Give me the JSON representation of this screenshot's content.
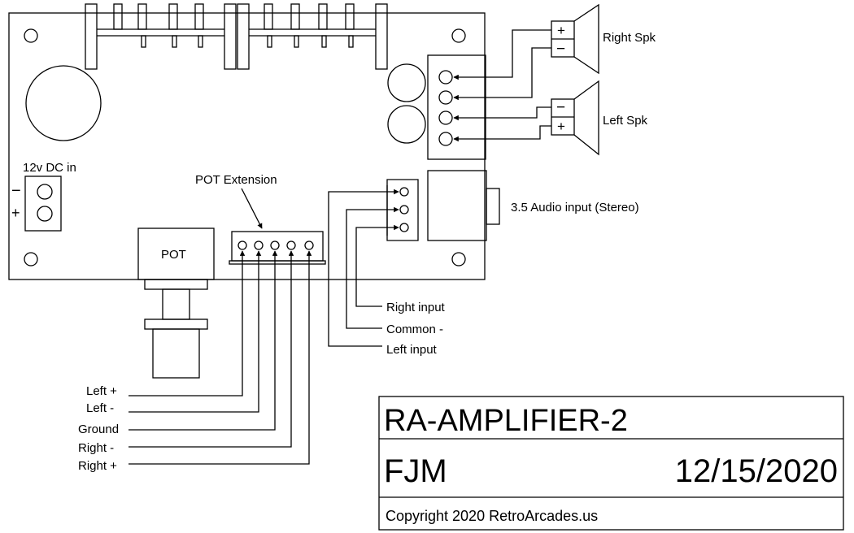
{
  "labels": {
    "dc_in": "12v DC in",
    "minus": "−",
    "plus": "+",
    "pot": "POT",
    "pot_extension": "POT Extension",
    "right_spk": "Right Spk",
    "left_spk": "Left Spk",
    "audio_input": "3.5 Audio input (Stereo)",
    "right_input": "Right input",
    "common": "Common -",
    "left_input": "Left input",
    "pot_pins": [
      "Left +",
      "Left -",
      "Ground",
      "Right -",
      "Right +"
    ]
  },
  "title_block": {
    "part_number": "RA-AMPLIFIER-2",
    "author": "FJM",
    "date": "12/15/2020",
    "copyright": "Copyright 2020 RetroArcades.us"
  }
}
